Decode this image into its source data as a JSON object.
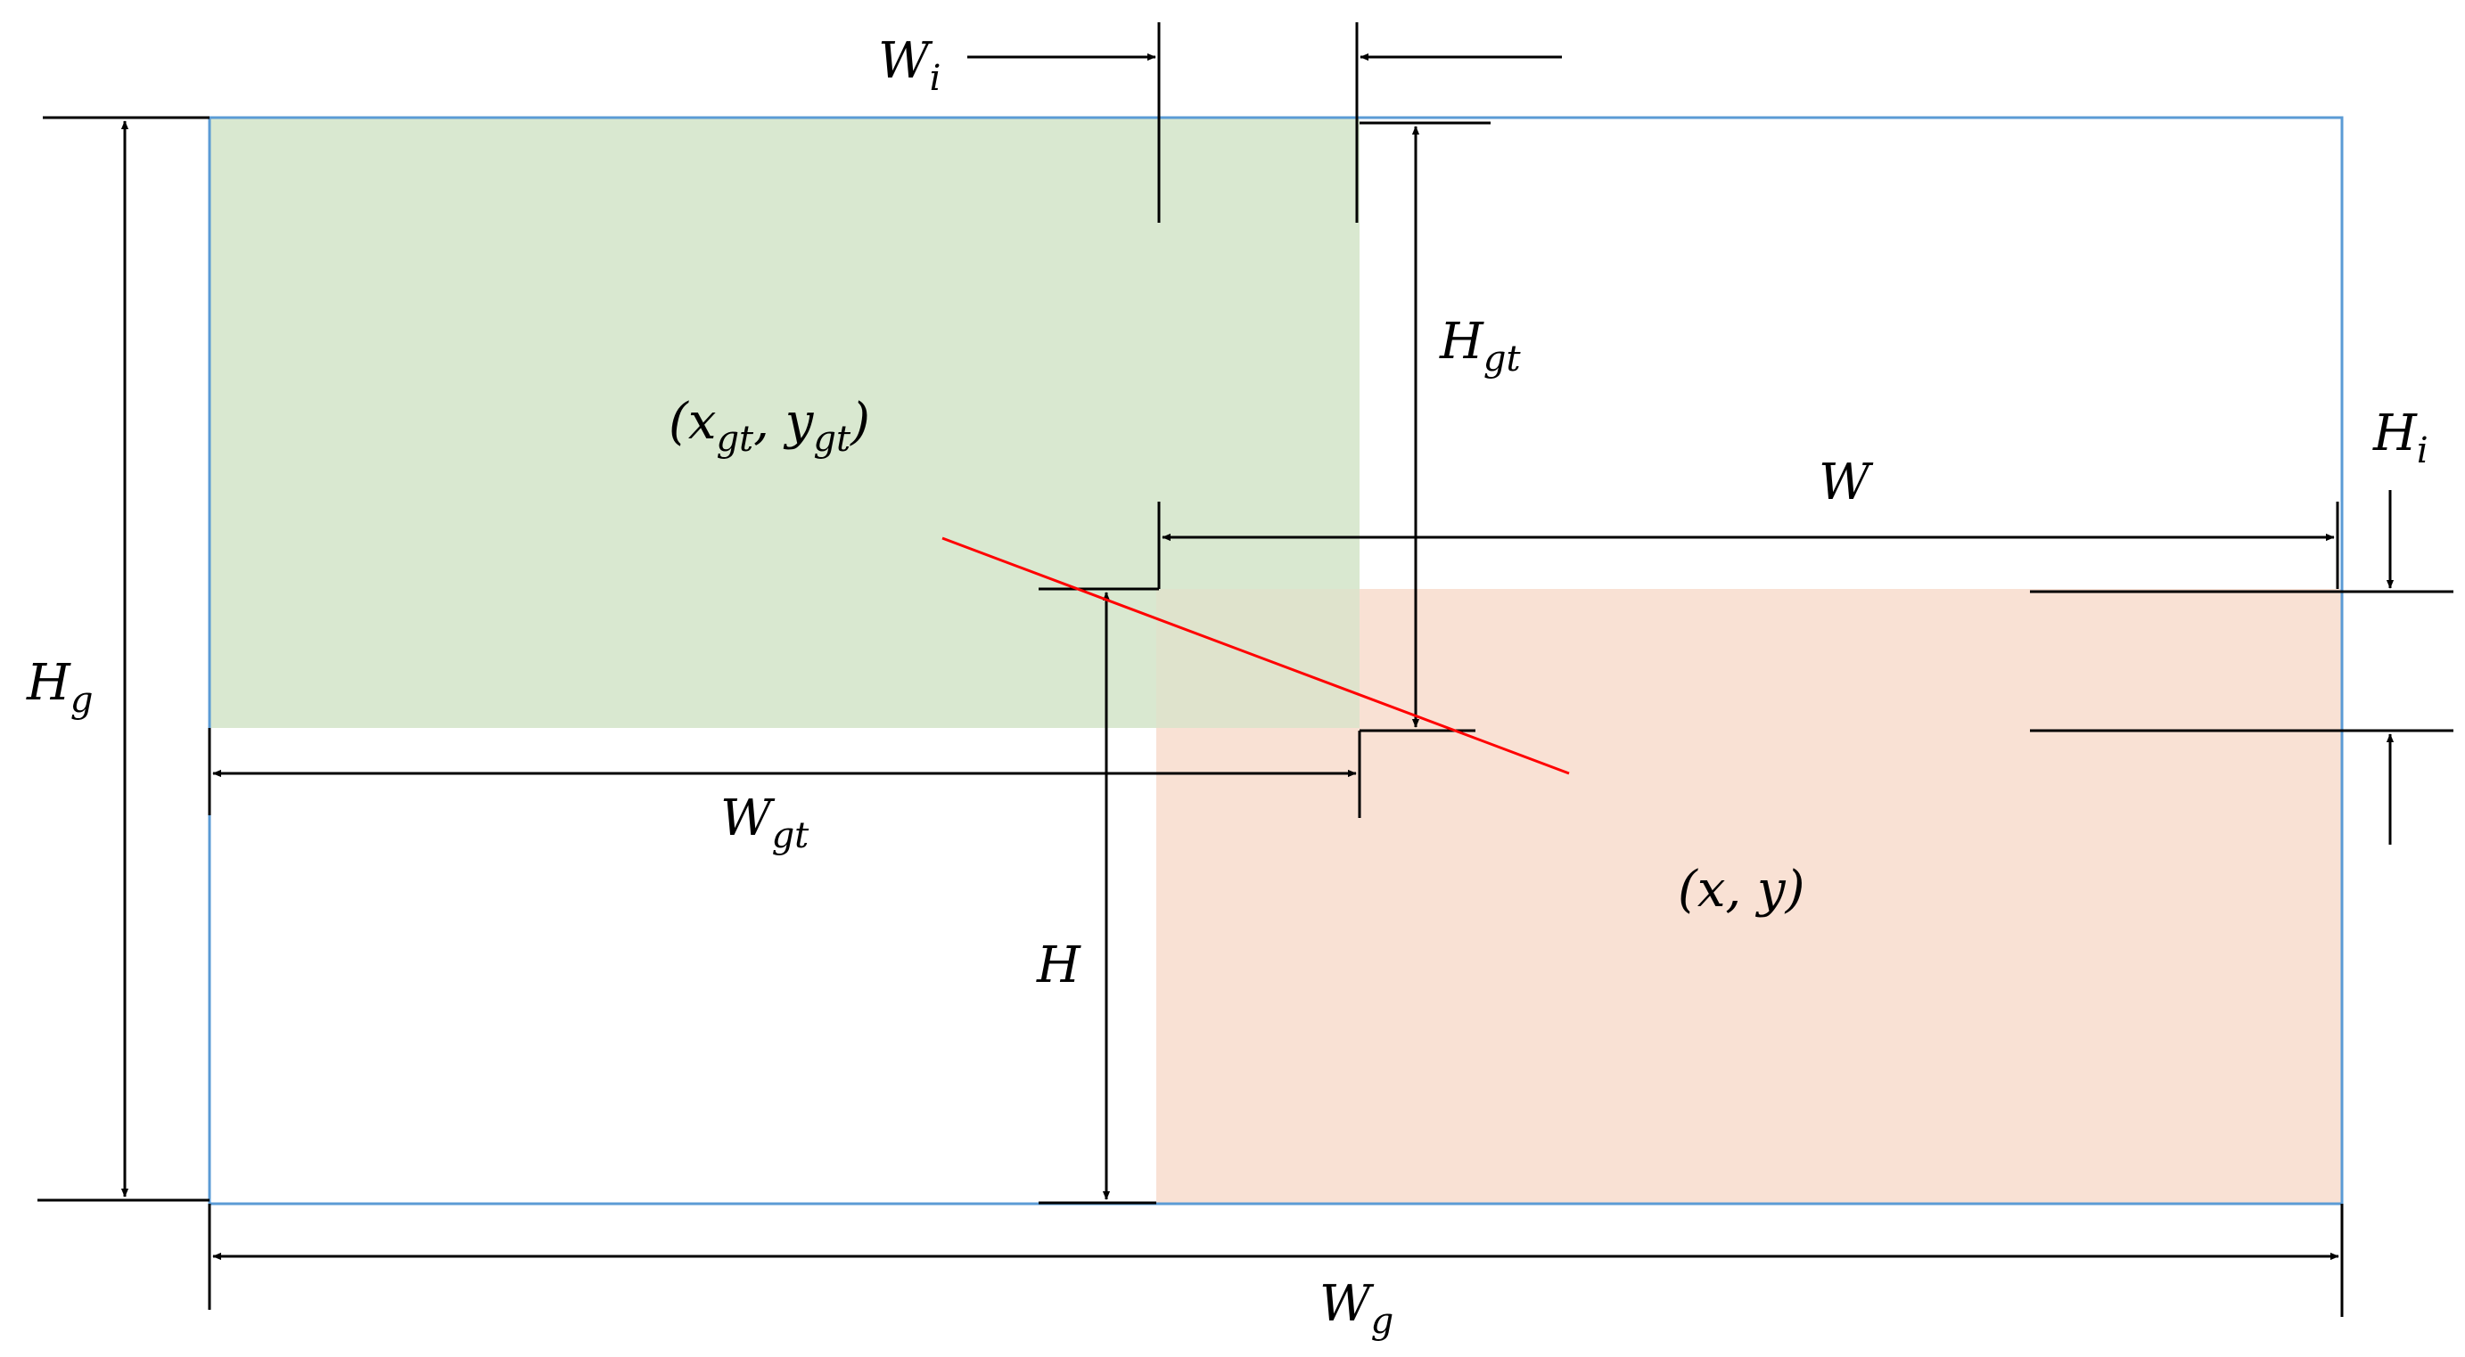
{
  "colors": {
    "ground_truth_fill": "#d9e8d0",
    "prediction_fill": "#f9e1d4",
    "overlap_fill": "#dfe3cc",
    "enclosing_box_stroke": "#5b9bd5",
    "center_line": "#ff0000",
    "dimension_line": "#000000"
  },
  "labels": {
    "wi": {
      "base": "W",
      "sub": "i"
    },
    "hi": {
      "base": "H",
      "sub": "i"
    },
    "hg": {
      "base": "H",
      "sub": "g"
    },
    "wg": {
      "base": "W",
      "sub": "g"
    },
    "hgt": {
      "base": "H",
      "sub": "gt"
    },
    "wgt": {
      "base": "W",
      "sub": "gt"
    },
    "w": {
      "base": "W"
    },
    "h": {
      "base": "H"
    },
    "gt_center": {
      "open": "(",
      "x": "x",
      "x_sub": "gt",
      "sep": ", ",
      "y": "y",
      "y_sub": "gt",
      "close": ")"
    },
    "pred_center": "(x, y)"
  }
}
